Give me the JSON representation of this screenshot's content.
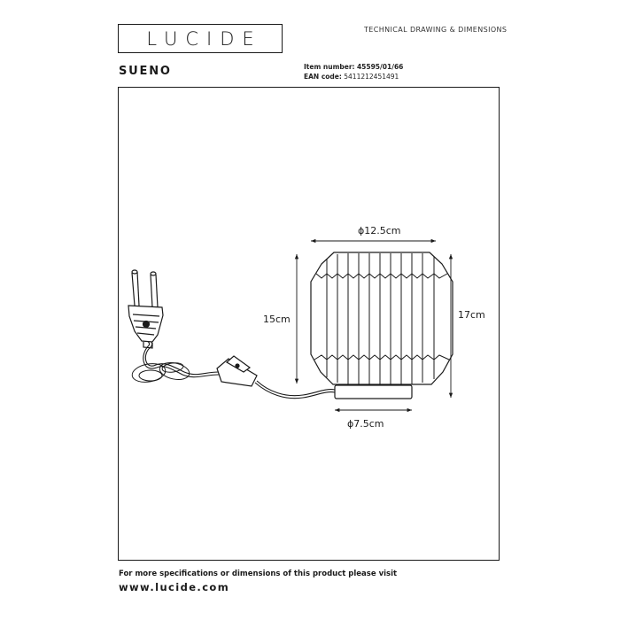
{
  "brand": {
    "logo_text": "LUCIDE"
  },
  "header": {
    "doc_title": "TECHNICAL DRAWING & DIMENSIONS"
  },
  "product": {
    "name": "SUENO",
    "item_number_label": "Item number:",
    "item_number_value": "45595/01/66",
    "ean_label": "EAN code:",
    "ean_value": "5411212451491"
  },
  "dimensions": {
    "top_diameter": "ϕ12.5cm",
    "shade_height": "15cm",
    "total_height": "17cm",
    "base_diameter": "ϕ7.5cm"
  },
  "footer": {
    "note": "For more specifications or dimensions of this product please visit",
    "url": "www.lucide.com"
  },
  "colors": {
    "ink": "#1a1a1a",
    "background": "#ffffff"
  }
}
